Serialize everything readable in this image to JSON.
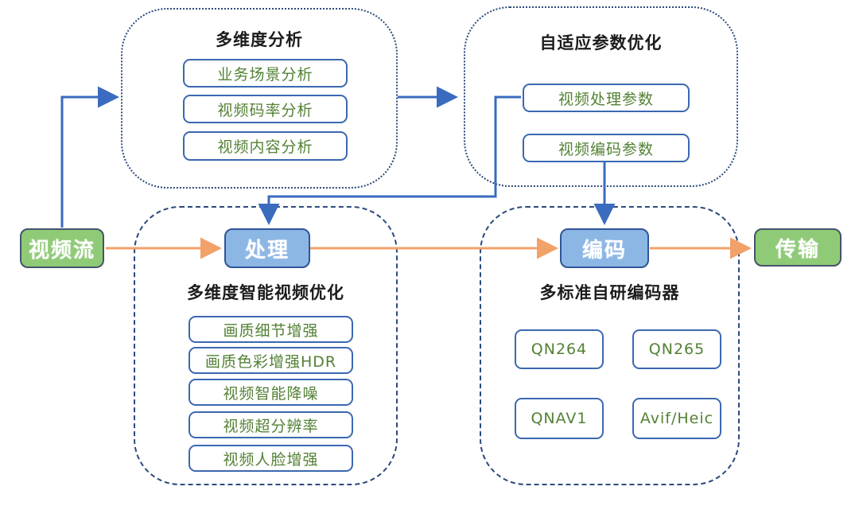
{
  "diagram": {
    "flow_nodes": {
      "stream": {
        "label": "视频流",
        "kind": "green"
      },
      "process": {
        "label": "处理",
        "kind": "blue"
      },
      "encode": {
        "label": "编码",
        "kind": "blue"
      },
      "transmit": {
        "label": "传输",
        "kind": "green"
      }
    },
    "groups": {
      "analysis": {
        "title": "多维度分析",
        "items": [
          "业务场景分析",
          "视频码率分析",
          "视频内容分析"
        ]
      },
      "params": {
        "title": "自适应参数优化",
        "items": [
          "视频处理参数",
          "视频编码参数"
        ]
      },
      "optimize": {
        "title": "多维度智能视频优化",
        "items": [
          "画质细节增强",
          "画质色彩增强HDR",
          "视频智能降噪",
          "视频超分辨率",
          "视频人脸增强"
        ]
      },
      "codecs": {
        "title": "多标准自研编码器",
        "items": [
          "QN264",
          "QN265",
          "QNAV1",
          "Avif/Heic"
        ]
      }
    },
    "edges": [
      {
        "from": "视频流",
        "to": "多维度分析",
        "color": "blue"
      },
      {
        "from": "多维度分析",
        "to": "自适应参数优化",
        "color": "blue"
      },
      {
        "from": "视频处理参数",
        "to": "处理",
        "color": "blue"
      },
      {
        "from": "视频编码参数",
        "to": "编码",
        "color": "blue"
      },
      {
        "from": "视频流",
        "to": "处理",
        "color": "orange"
      },
      {
        "from": "处理",
        "to": "编码",
        "color": "orange"
      },
      {
        "from": "编码",
        "to": "传输",
        "color": "orange"
      }
    ],
    "colors": {
      "node_green": "#8fca77",
      "node_blue": "#8cb6e4",
      "chip_border": "#3b68b0",
      "chip_text": "#538135",
      "group_border": "#2c4a7c",
      "arrow_blue": "#3a6bbf",
      "arrow_orange": "#f2a168"
    }
  }
}
